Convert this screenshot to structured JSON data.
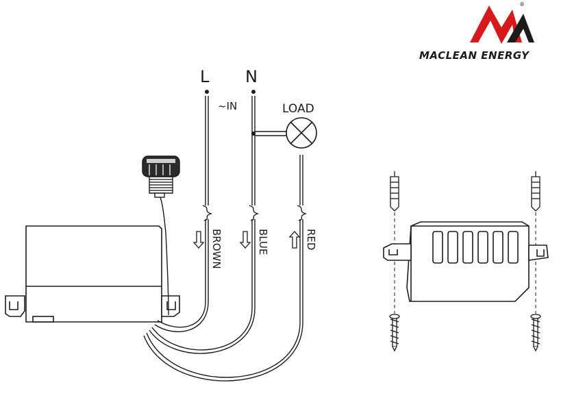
{
  "brand": {
    "name": "MACLEAN ENERGY",
    "registered_mark": "®",
    "logo_letter": "M",
    "logo_colors": {
      "primary": "#d7191c",
      "secondary": "#1b1b1b"
    }
  },
  "wiring": {
    "terminals": {
      "live": "L",
      "neutral": "N"
    },
    "input_label": "~IN",
    "load_label": "LOAD",
    "wires": [
      {
        "label": "BROWN",
        "direction": "down"
      },
      {
        "label": "BLUE",
        "direction": "down"
      },
      {
        "label": "RED",
        "direction": "up"
      }
    ]
  },
  "icons": {
    "lamp": "lamp-cross-icon",
    "arrow_down": "arrow-down-icon",
    "arrow_up": "arrow-up-icon",
    "wall_plug": "wall-plug-icon",
    "screw": "screw-icon"
  }
}
